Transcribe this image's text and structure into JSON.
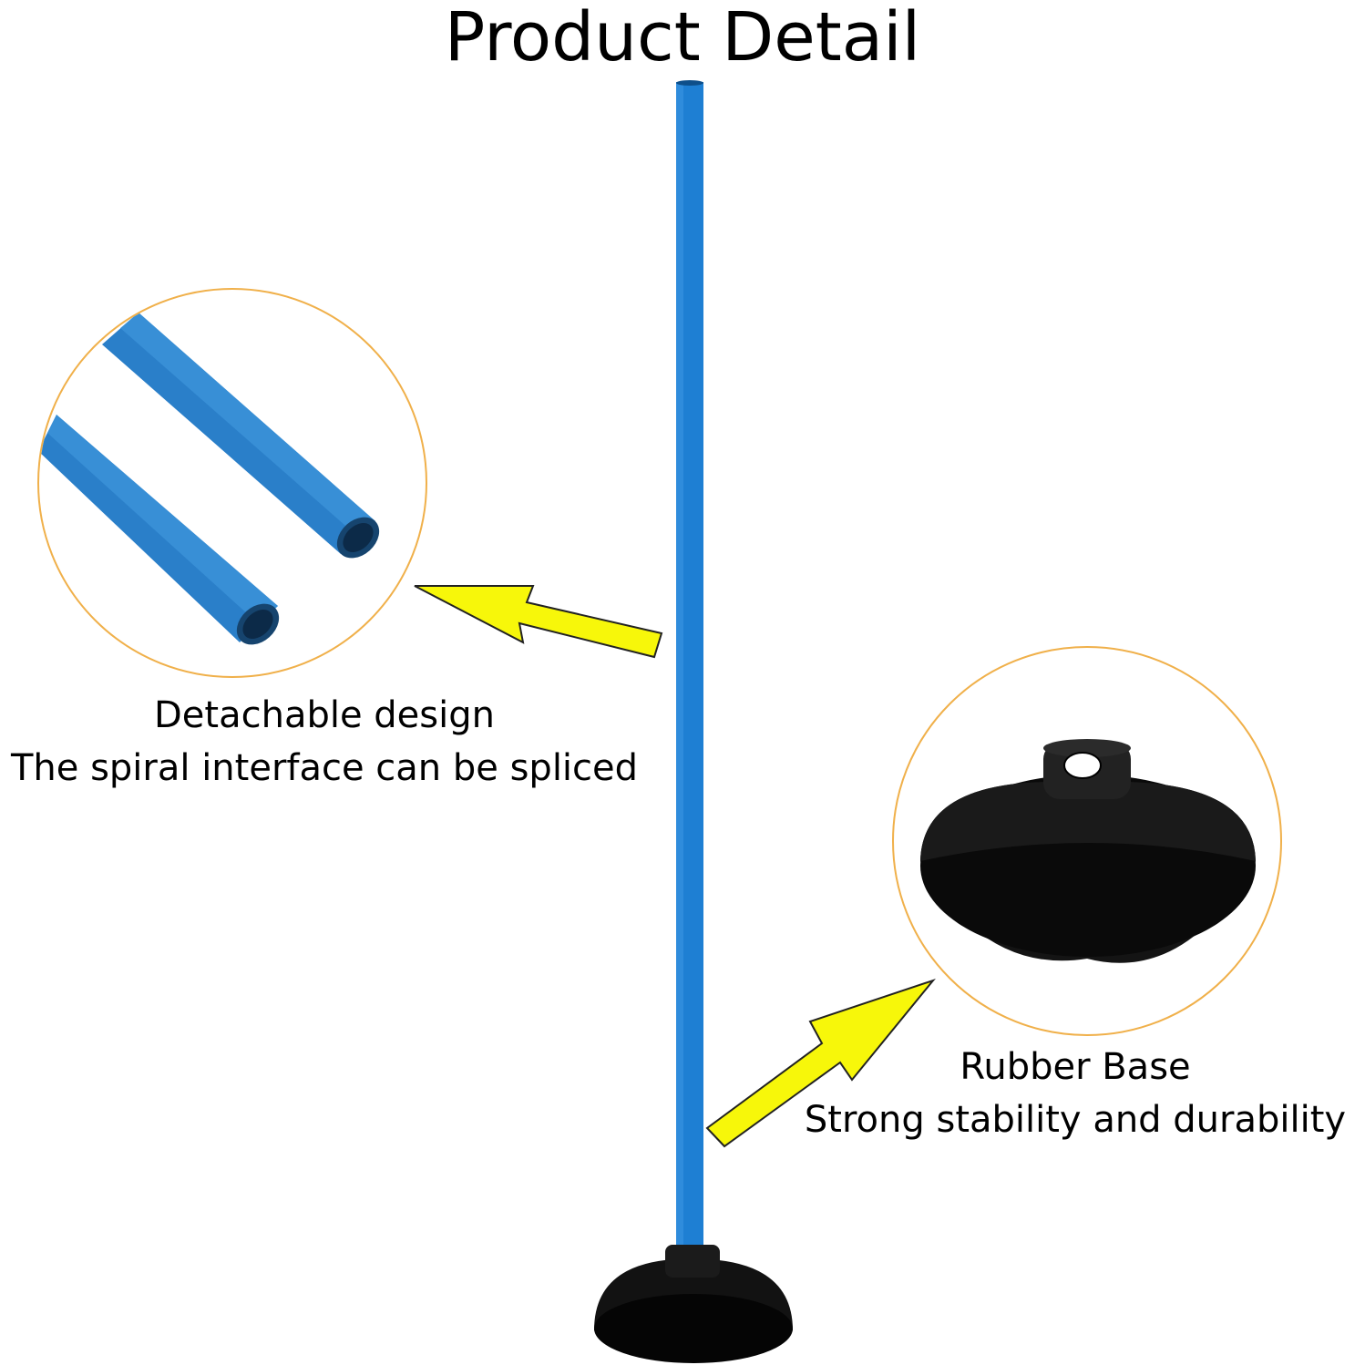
{
  "title": "Product Detail",
  "callouts": [
    {
      "heading": "Detachable design",
      "text": "The spiral interface can be spliced"
    },
    {
      "heading": "Rubber Base",
      "text": "Strong stability and durability"
    }
  ],
  "colors": {
    "pole": "#1e7fd3",
    "circle_outline": "#f0b04a",
    "arrow_fill": "#f7f70a",
    "rubber": "#111111"
  }
}
